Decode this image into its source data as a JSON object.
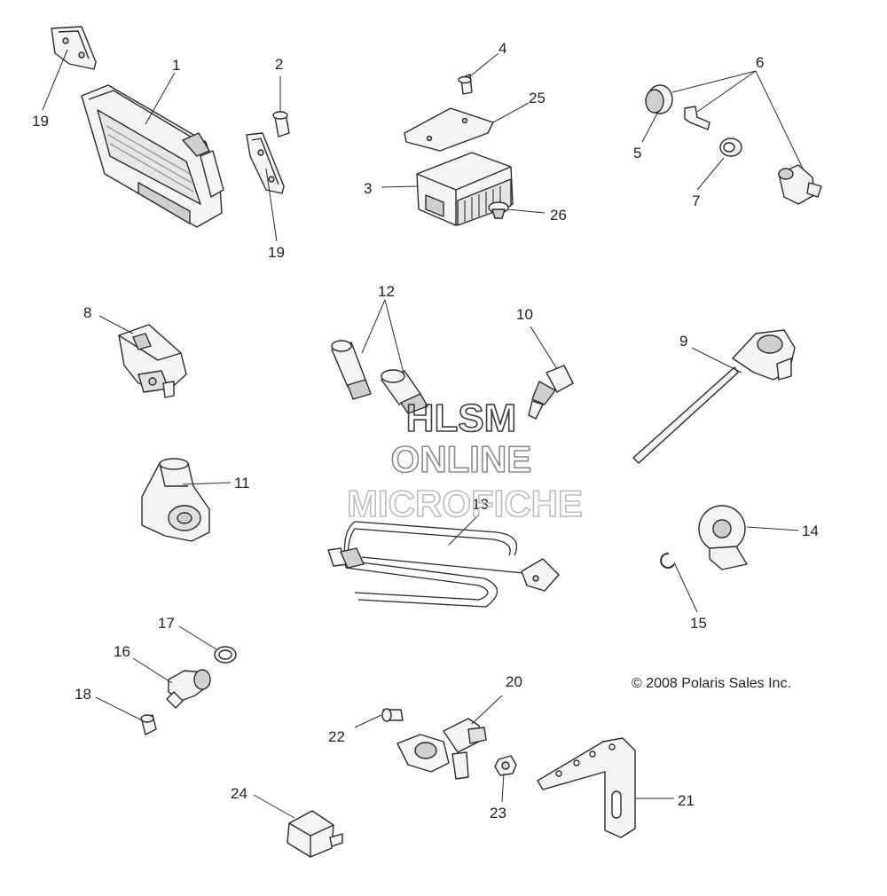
{
  "callouts": {
    "c1": "1",
    "c2": "2",
    "c3": "3",
    "c4": "4",
    "c5": "5",
    "c6": "6",
    "c7": "7",
    "c8": "8",
    "c9": "9",
    "c10": "10",
    "c11": "11",
    "c12": "12",
    "c13": "13",
    "c14": "14",
    "c15": "15",
    "c16": "16",
    "c17": "17",
    "c18": "18",
    "c19a": "19",
    "c19b": "19",
    "c20": "20",
    "c21": "21",
    "c22": "22",
    "c23": "23",
    "c24": "24",
    "c25": "25",
    "c26": "26"
  },
  "copyright": "© 2008 Polaris Sales Inc.",
  "watermark": {
    "line1": "HLSM",
    "line2": "ONLINE",
    "line3": "MICROFICHE"
  },
  "colors": {
    "line": "#2a2a2a",
    "part_fill": "#f4f4f4",
    "part_shade": "#cfcfcf",
    "wm_dark": "#3c3c3c",
    "wm_mid": "#8a8a8a",
    "wm_light": "#bdbdbd"
  }
}
